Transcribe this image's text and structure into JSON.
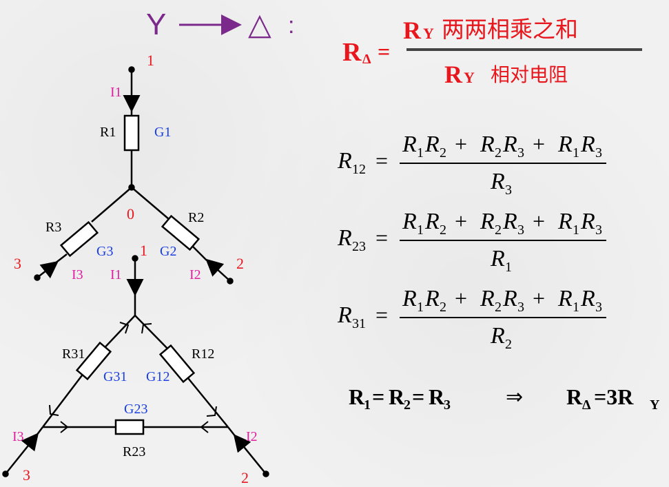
{
  "title": {
    "left": "Y",
    "right": "△",
    "colon": ":"
  },
  "rule": {
    "lhs_main": "R",
    "lhs_sub": "Δ",
    "equals": "=",
    "numerator_main": "R",
    "numerator_sub": "Y",
    "numerator_text": "两两相乘之和",
    "denominator_main": "R",
    "denominator_sub": "Y",
    "denominator_text": "相对电阻"
  },
  "formulas": [
    {
      "lhs_sub": "12",
      "denominator_sub": "3"
    },
    {
      "lhs_sub": "23",
      "denominator_sub": "1"
    },
    {
      "lhs_sub": "31",
      "denominator_sub": "2"
    }
  ],
  "numerator_terms": {
    "a": "1",
    "b": "2",
    "c": "2",
    "d": "3",
    "e": "1",
    "f": "3"
  },
  "symbols": {
    "R": "R",
    "eq": "=",
    "plus": "+"
  },
  "conclusion": {
    "r": "R",
    "s1": "1",
    "eq1": "=",
    "s2": "2",
    "eq2": "=",
    "s3": "3",
    "arrow": "⇒",
    "r2": "R",
    "delta": "Δ",
    "eq3": "=3R",
    "y": "Y"
  },
  "star": {
    "node1": "1",
    "node2": "2",
    "node3": "3",
    "center": "0",
    "R1": "R1",
    "R2": "R2",
    "R3": "R3",
    "G1": "G1",
    "G2": "G2",
    "G3": "G3",
    "I1": "I1",
    "I2": "I2",
    "I3": "I3"
  },
  "delta": {
    "node1": "1",
    "node2": "2",
    "node3": "3",
    "R12": "R12",
    "R23": "R23",
    "R31": "R31",
    "G12": "G12",
    "G23": "G23",
    "G31": "G31",
    "I1": "I1",
    "I2": "I2",
    "I3": "I3"
  },
  "colors": {
    "red": "#e8161d",
    "pink": "#e01fa0",
    "blue": "#1a3fe0",
    "purple": "#7b2a8c"
  }
}
